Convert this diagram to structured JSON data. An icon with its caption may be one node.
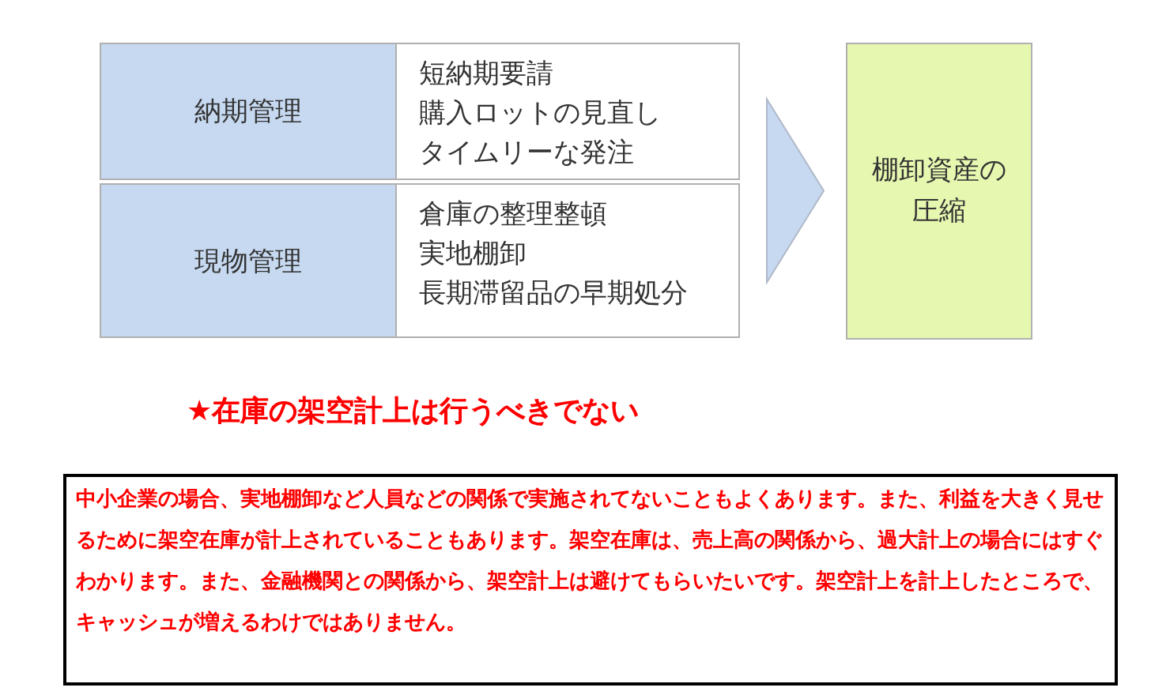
{
  "diagram": {
    "nodes": [
      {
        "text": [
          "納期管理"
        ]
      },
      {
        "text": [
          "短納期要請",
          "購入ロットの見直し",
          "タイムリーな発注"
        ]
      },
      {
        "text": [
          "現物管理"
        ]
      },
      {
        "text": [
          "倉庫の整理整頓",
          "実地棚卸",
          "長期滞留品の早期処分"
        ]
      },
      {
        "text": [
          "棚卸資産の圧縮"
        ]
      },
      {
        "text": [
          "中小企業の場合、実地棚卸など人員などの関係で実施されてないこともよくあります。また、利益を大きく見せるために架空在庫が計上されていることもあります。架空在庫は、売上高の関係から、過大計上の場合にはすぐわかります。また、金融機関との関係から、架空計上は避けてもらいたいです。架空計上を計上したところで、キャッシュが増えるわけではありません。"
        ]
      }
    ],
    "edges": [
      {
        "from": 1,
        "to": 4,
        "arrow": "to"
      },
      {
        "from": 3,
        "to": 4,
        "arrow": "to"
      }
    ],
    "labels": [
      "★在庫の架空計上は行うべきでない"
    ]
  }
}
